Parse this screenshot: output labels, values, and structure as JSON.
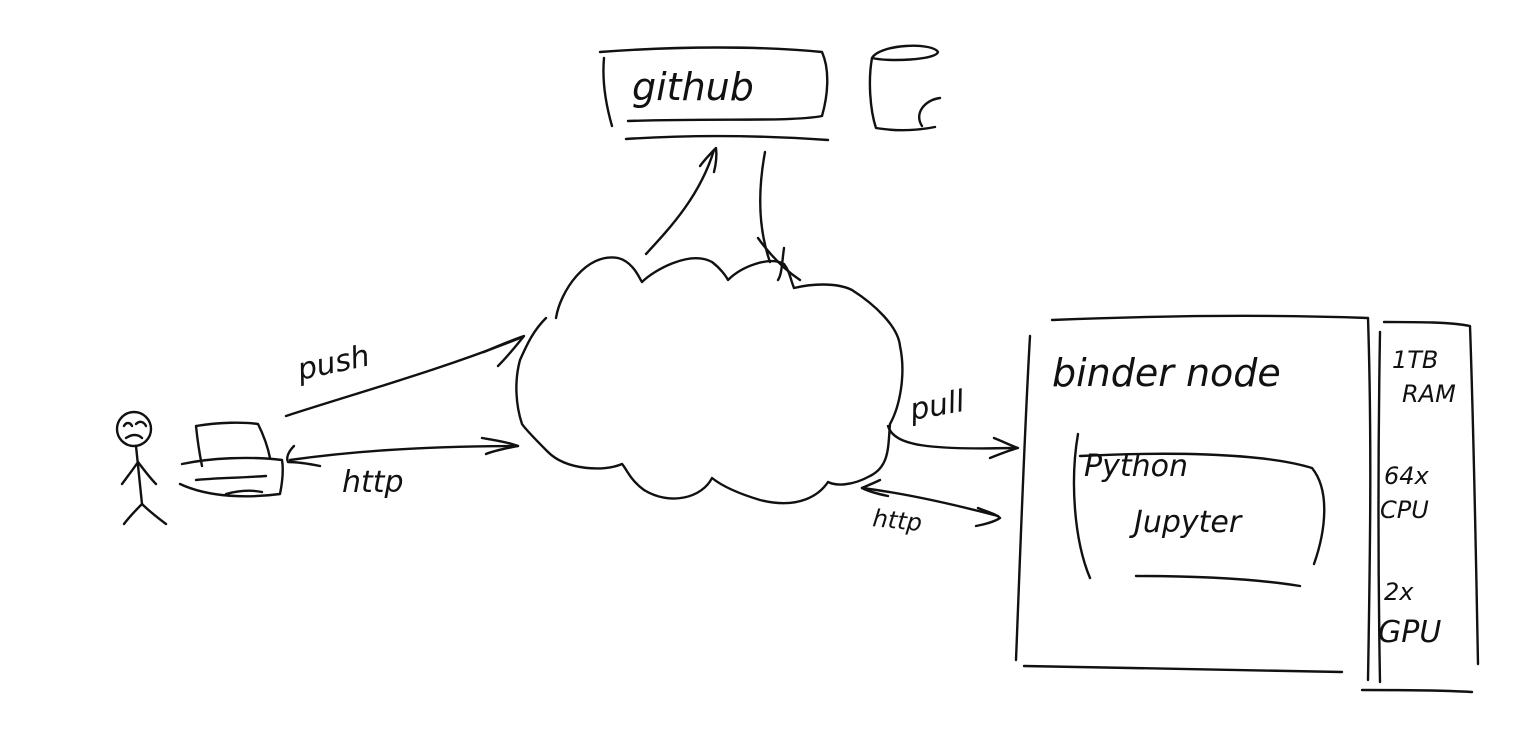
{
  "labels": {
    "github": "github",
    "push": "push",
    "http_left": "http",
    "pull": "pull",
    "http_right": "http",
    "binder_node": "binder node",
    "python": "Python",
    "jupyter": "Jupyter",
    "ram_1": "1TB",
    "ram_2": "RAM",
    "cpu_1": "64x",
    "cpu_2": "CPU",
    "gpu_1": "2x",
    "gpu_2": "GPU"
  },
  "style": {
    "ink_color": "#111111",
    "background": "#ffffff"
  }
}
